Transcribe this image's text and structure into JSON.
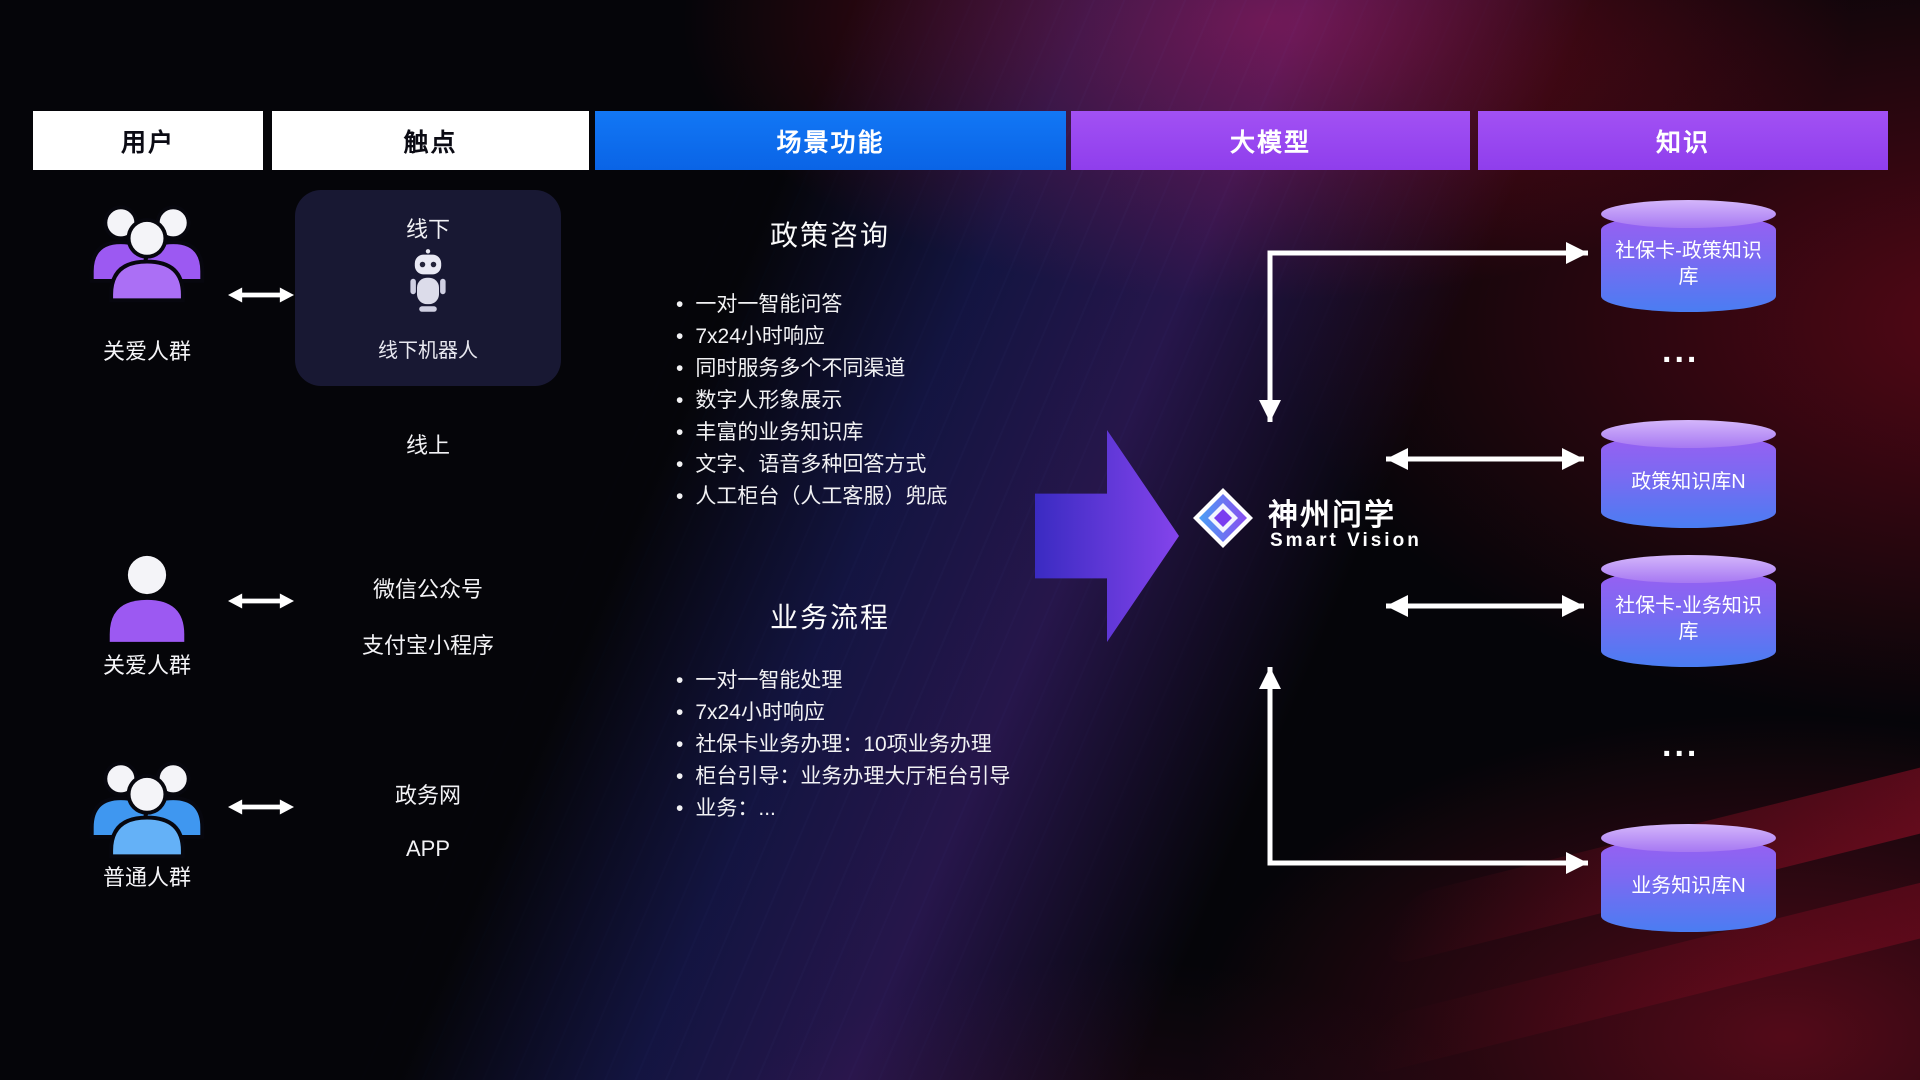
{
  "header": {
    "columns": [
      {
        "label": "用户"
      },
      {
        "label": "触点"
      },
      {
        "label": "场景功能"
      },
      {
        "label": "大模型"
      },
      {
        "label": "知识"
      }
    ]
  },
  "users": {
    "groups": [
      {
        "label": "关爱人群",
        "icon": "users-group-purple-icon"
      },
      {
        "label": "关爱人群",
        "icon": "user-purple-icon"
      },
      {
        "label": "普通人群",
        "icon": "users-group-blue-icon"
      }
    ]
  },
  "touchpoints": {
    "offline": {
      "title": "线下",
      "robot_icon": "robot-icon",
      "robot_label": "线下机器人"
    },
    "online_label": "线上",
    "channels": [
      "微信公众号",
      "支付宝小程序",
      "政务网",
      "APP"
    ]
  },
  "scenarios": [
    {
      "title": "政策咨询",
      "items": [
        "一对一智能问答",
        "7x24小时响应",
        "同时服务多个不同渠道",
        "数字人形象展示",
        "丰富的业务知识库",
        "文字、语音多种回答方式",
        "人工柜台（人工客服）兜底"
      ]
    },
    {
      "title": "业务流程",
      "items": [
        "一对一智能处理",
        "7x24小时响应",
        "社保卡业务办理：10项业务办理",
        "柜台引导：业务办理大厅柜台引导",
        "业务：..."
      ]
    }
  ],
  "model": {
    "name": "神州问学",
    "subtitle": "Smart Vision",
    "icon": "diamond-logo-icon"
  },
  "knowledge": {
    "db1": "社保卡-政策知识库",
    "dots1": "...",
    "db2": "政策知识库N",
    "db3": "社保卡-业务知识库",
    "dots2": "...",
    "db4": "业务知识库N"
  },
  "colors": {
    "header_blue": "#0a6cf0",
    "header_purple": "#9b4df0",
    "flow_arrow_purple": "#8a46f5",
    "db_cap": "#c9a6fa",
    "db_body_top": "#9a5ff2",
    "db_body_bottom": "#4a7df2",
    "arrow_white": "#ffffff"
  }
}
